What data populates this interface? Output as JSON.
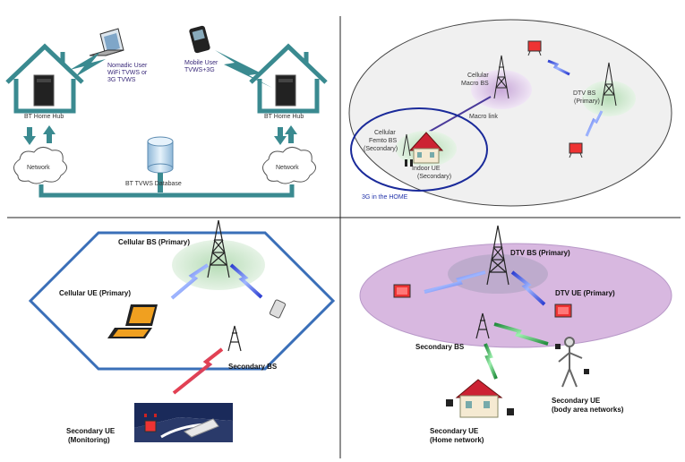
{
  "q1": {
    "nomadic_user": [
      "Nomadic User",
      "WiFi TVWS or",
      "3G TVWS"
    ],
    "mobile_user": [
      "Mobile User",
      "TVWS+3G"
    ],
    "hub_left": "BT Home Hub",
    "hub_right": "BT Home Hub",
    "network_left": "Network",
    "network_right": "Network",
    "database": "BT TVWS Database"
  },
  "q2": {
    "cellular_macro": [
      "Cellular",
      "Macro BS"
    ],
    "dtv_bs": [
      "DTV BS",
      "(Primary)"
    ],
    "macro_link": "Macro link",
    "femto": [
      "Cellular",
      "Femto BS",
      "(Secondary)"
    ],
    "indoor_ue": [
      "Indoor UE",
      "(Secondary)"
    ],
    "home_3g": "3G in the HOME"
  },
  "q3": {
    "cellular_bs": "Cellular BS (Primary)",
    "cellular_ue": "Cellular UE (Primary)",
    "secondary_bs": "Secondary BS",
    "secondary_ue": [
      "Secondary UE",
      "(Monitoring)"
    ]
  },
  "q4": {
    "dtv_bs": "DTV BS (Primary)",
    "dtv_ue": "DTV UE (Primary)",
    "secondary_bs": "Secondary BS",
    "secondary_ue_body": [
      "Secondary UE",
      "(body area networks)"
    ],
    "secondary_ue_home": [
      "Secondary UE",
      "(Home network)"
    ]
  },
  "colors": {
    "teal": "#3a8a90",
    "purple_fill": "#d8b8e0",
    "green_fill": "#cfe8cf",
    "link_blue": "#5a7be0",
    "link_red": "#c8283a",
    "femto_circle": "#1a2a9a"
  }
}
